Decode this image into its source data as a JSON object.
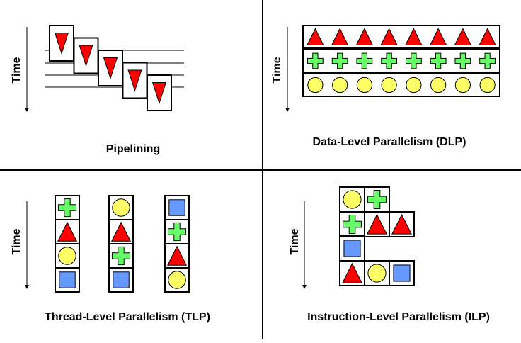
{
  "axis_label": "Time",
  "quadrants": {
    "pipelining": {
      "title": "Pipelining",
      "stages": [
        "triangle-down",
        "triangle-down",
        "triangle-down",
        "triangle-down",
        "triangle-down"
      ]
    },
    "dlp": {
      "title": "Data-Level Parallelism (DLP)",
      "rows": [
        {
          "shape": "triangle-up",
          "count": 8
        },
        {
          "shape": "cross",
          "count": 8
        },
        {
          "shape": "circle",
          "count": 8
        }
      ]
    },
    "tlp": {
      "title": "Thread-Level Parallelism (TLP)",
      "threads": [
        [
          "cross",
          "triangle-up",
          "circle",
          "square"
        ],
        [
          "circle",
          "triangle-up",
          "cross",
          "square"
        ],
        [
          "square",
          "cross",
          "triangle-up",
          "circle"
        ]
      ]
    },
    "ilp": {
      "title": "Instruction-Level Parallelism (ILP)",
      "cycles": [
        [
          "circle",
          "cross"
        ],
        [
          "cross",
          "triangle-up",
          "triangle-up"
        ],
        [
          "square"
        ],
        [
          "triangle-up",
          "circle",
          "square"
        ]
      ]
    }
  },
  "colors": {
    "triangle": "#ff0000",
    "cross": "#66ff66",
    "circle": "#ffff66",
    "square": "#6699ff",
    "outline": "#000000"
  }
}
